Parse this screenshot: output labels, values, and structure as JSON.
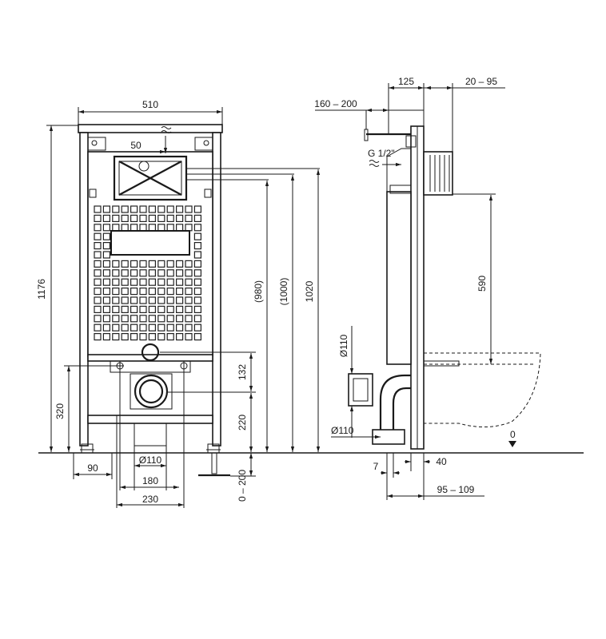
{
  "front_view": {
    "dim_width_top": "510",
    "dim_offset_50": "50",
    "dim_height_1176": "1176",
    "dim_980": "(980)",
    "dim_1000": "(1000)",
    "dim_1020": "1020",
    "dim_320": "320",
    "dim_132": "132",
    "dim_220": "220",
    "dim_0_200": "0 – 200",
    "dim_90": "90",
    "dim_d110": "Ø110",
    "dim_180": "180",
    "dim_230": "230"
  },
  "side_view": {
    "dim_125": "125",
    "dim_20_95": "20 – 95",
    "dim_160_200": "160 – 200",
    "label_g12": "G 1/2\"",
    "dim_590": "590",
    "dim_d110_upper": "Ø110",
    "dim_d110_lower": "Ø110",
    "floor_level": "0",
    "dim_7": "7",
    "dim_40": "40",
    "dim_95_109": "95 – 109"
  }
}
